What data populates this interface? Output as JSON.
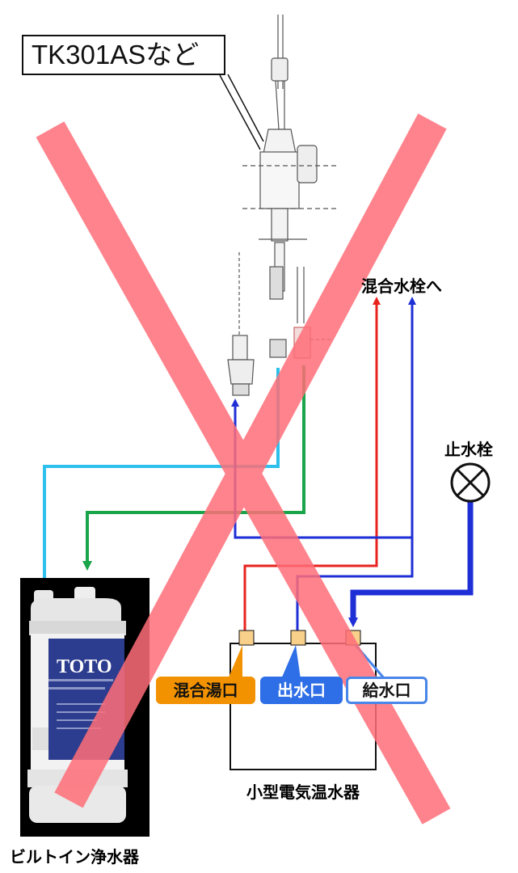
{
  "labels": {
    "faucet_model": "TK301ASなど",
    "to_mixing_faucet": "混合水栓へ",
    "stop_valve": "止水栓",
    "hot_mix_port": "混合湯口",
    "outlet_port": "出水口",
    "inlet_port": "給水口",
    "heater": "小型電気温水器",
    "purifier": "ビルトイン浄水器",
    "brand": "TOTO"
  },
  "colors": {
    "hot_pipe": "#e8231e",
    "cold_pipe": "#1f2fd6",
    "filtered_in_pipe": "#2ec0ec",
    "filtered_out_pipe": "#1aa54a",
    "cross_out": "#ff6e78",
    "port": "#f8d08a",
    "hot_tag": "#f29200",
    "outlet_tag": "#2e6ee6",
    "inlet_tag_border": "#4a86e8"
  }
}
